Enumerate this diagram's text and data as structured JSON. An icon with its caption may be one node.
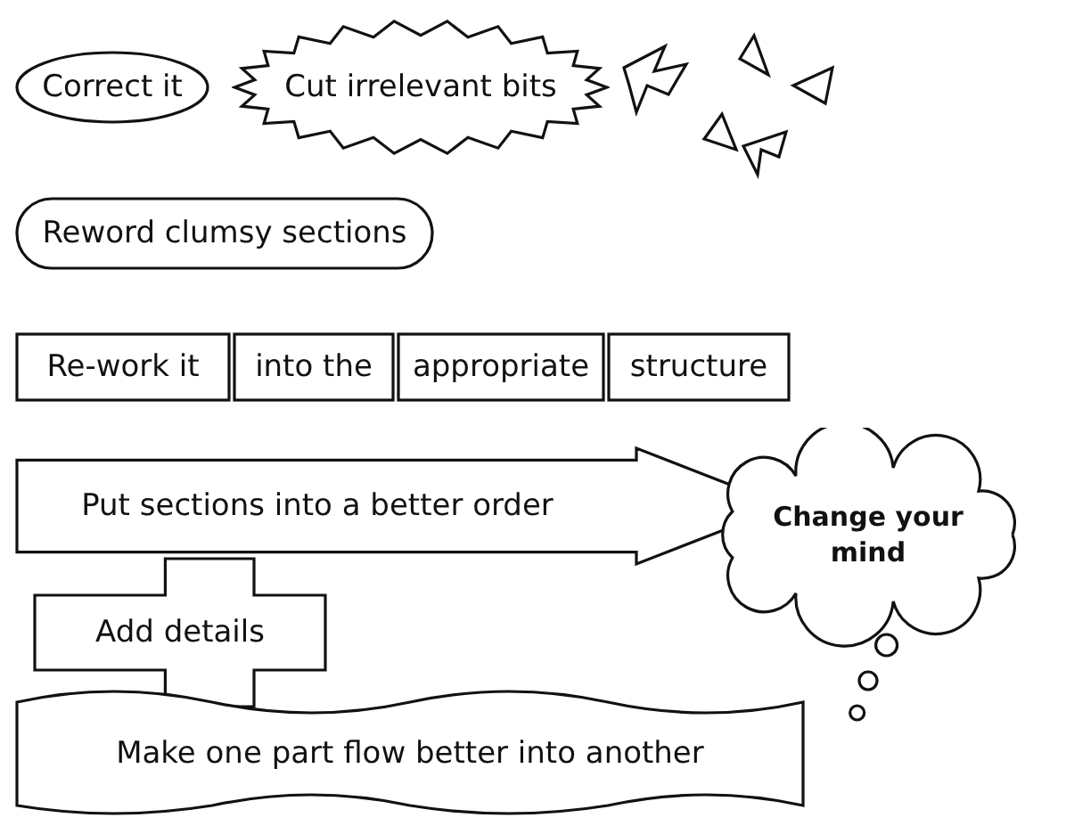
{
  "diagram": {
    "nodes": [
      {
        "text": [
          "Correct it"
        ]
      },
      {
        "text": [
          "Cut irrelevant bits"
        ]
      },
      {
        "text": [
          "Reword clumsy sections"
        ]
      },
      {
        "text": [
          "Re-work it"
        ]
      },
      {
        "text": [
          "into the"
        ]
      },
      {
        "text": [
          "appropriate"
        ]
      },
      {
        "text": [
          "structure"
        ]
      },
      {
        "text": [
          "Put sections into a better order"
        ]
      },
      {
        "text": [
          "Add details"
        ]
      },
      {
        "text": [
          "Change your mind"
        ]
      },
      {
        "text": [
          "Make one part flow better into another"
        ]
      }
    ]
  }
}
